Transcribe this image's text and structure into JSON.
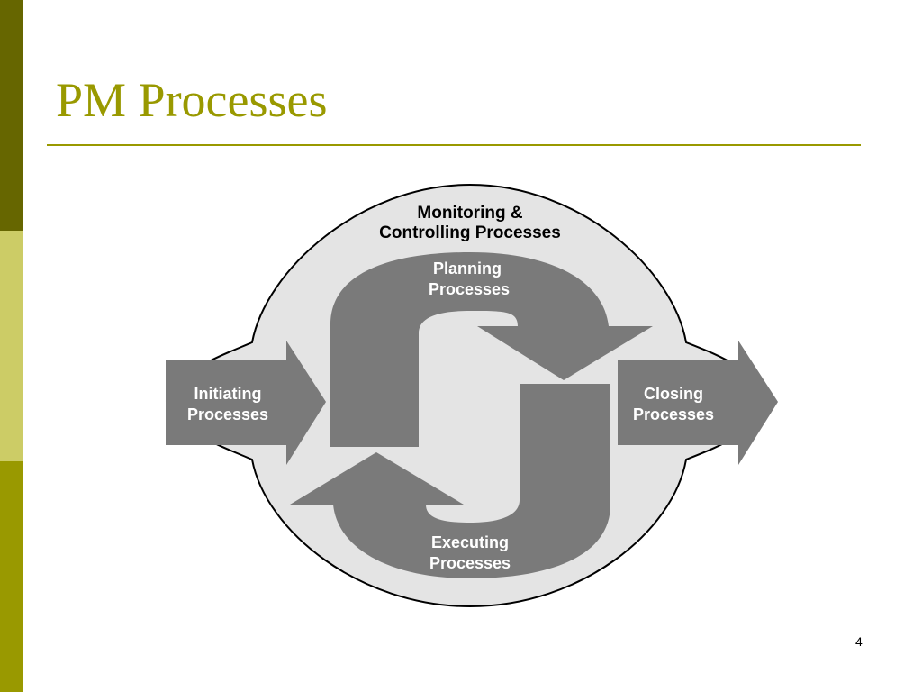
{
  "slide": {
    "title": "PM Processes",
    "page_number": "4"
  },
  "diagram": {
    "monitoring": {
      "line1": "Monitoring &",
      "line2": "Controlling Processes"
    },
    "planning": {
      "line1": "Planning",
      "line2": "Processes"
    },
    "executing": {
      "line1": "Executing",
      "line2": "Processes"
    },
    "initiating": {
      "line1": "Initiating",
      "line2": "Processes"
    },
    "closing": {
      "line1": "Closing",
      "line2": "Processes"
    }
  },
  "colors": {
    "title": "#999900",
    "sidebar_dark": "#666600",
    "sidebar_light": "#cccc66",
    "sidebar_mid": "#999900",
    "circle_fill": "#e4e4e4",
    "arrow_fill": "#7a7a7a",
    "arrow_text": "#ffffff",
    "outline_text": "#000000"
  }
}
